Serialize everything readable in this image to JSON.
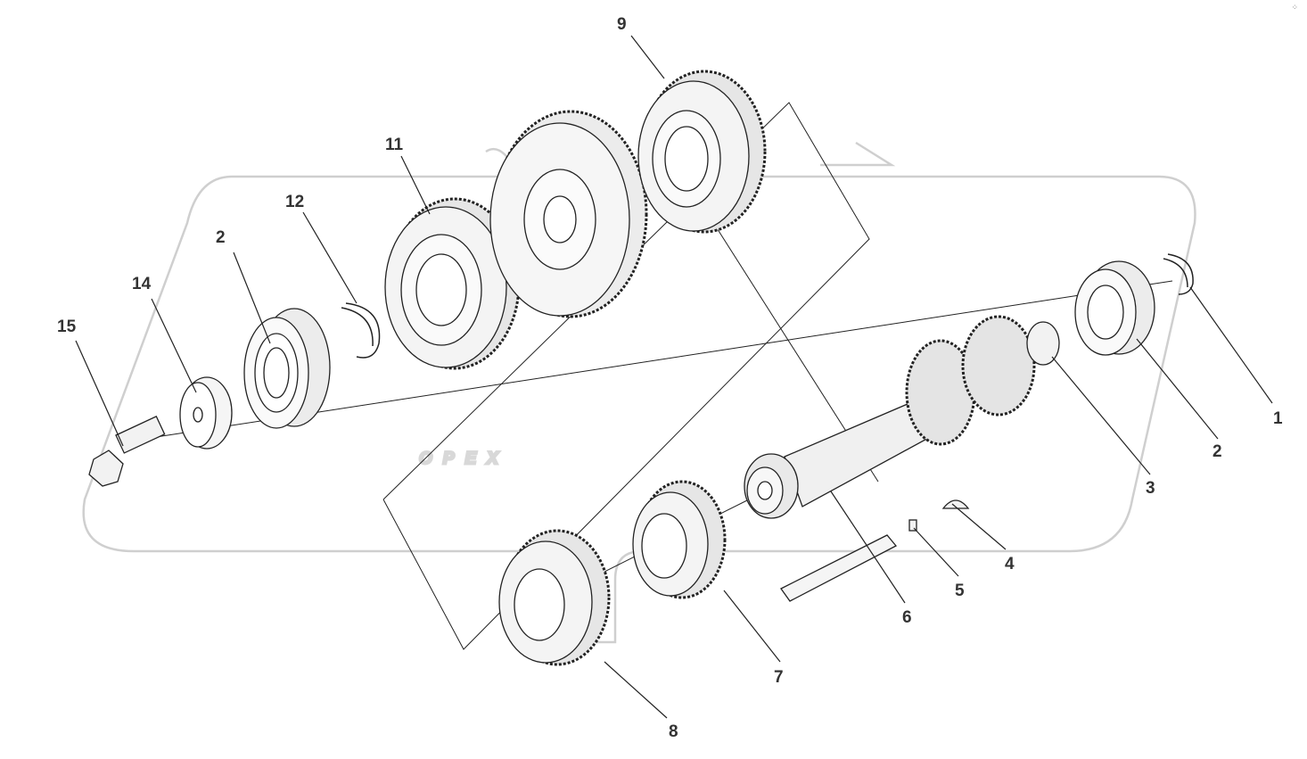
{
  "diagram": {
    "watermark_text": "OPEX",
    "callouts": [
      {
        "id": "c1",
        "label": "1"
      },
      {
        "id": "c2a",
        "label": "2"
      },
      {
        "id": "c3",
        "label": "3"
      },
      {
        "id": "c4",
        "label": "4"
      },
      {
        "id": "c5",
        "label": "5"
      },
      {
        "id": "c6",
        "label": "6"
      },
      {
        "id": "c7",
        "label": "7"
      },
      {
        "id": "c8",
        "label": "8"
      },
      {
        "id": "c9",
        "label": "9"
      },
      {
        "id": "c11",
        "label": "11"
      },
      {
        "id": "c12",
        "label": "12"
      },
      {
        "id": "c2b",
        "label": "2"
      },
      {
        "id": "c14",
        "label": "14"
      },
      {
        "id": "c15",
        "label": "15"
      }
    ]
  }
}
